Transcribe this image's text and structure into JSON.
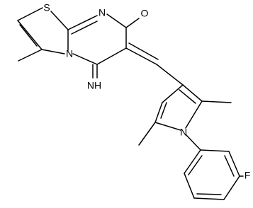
{
  "structure": {
    "atoms": {
      "sulfur": "S",
      "ring_nitrogen_top": "N",
      "ring_nitrogen_fused": "N",
      "carbonyl_oxygen": "O",
      "imine": "NH",
      "pyrrole_nitrogen": "N",
      "fluorine": "F"
    }
  },
  "colors": {
    "ink": "#000000",
    "background": "#ffffff"
  }
}
